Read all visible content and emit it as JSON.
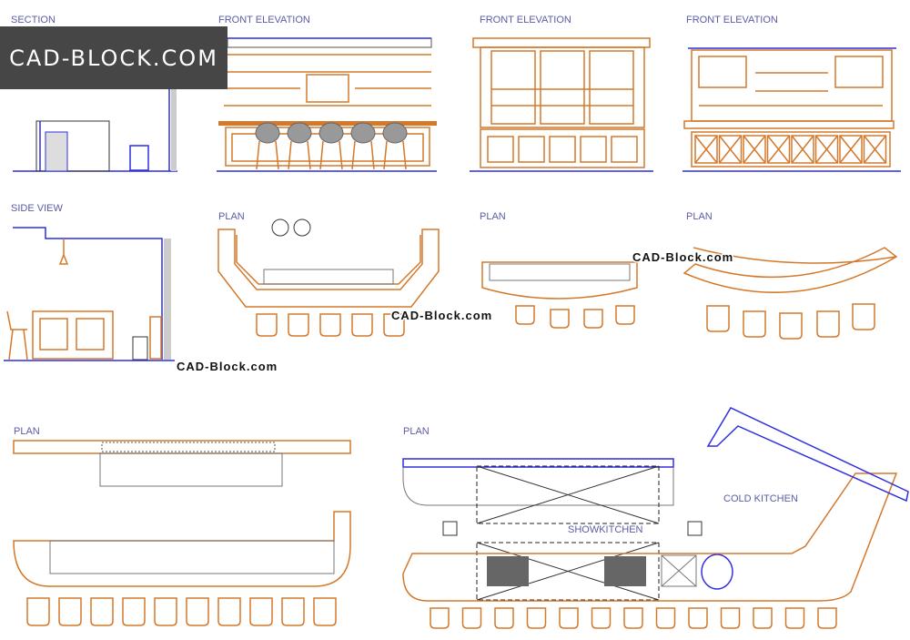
{
  "labels": {
    "section": "SECTION",
    "front_elevation_1": "FRONT ELEVATION",
    "front_elevation_2": "FRONT ELEVATION",
    "front_elevation_3": "FRONT ELEVATION",
    "side_view": "SIDE VIEW",
    "plan_1": "PLAN",
    "plan_2": "PLAN",
    "plan_3": "PLAN",
    "plan_4": "PLAN",
    "plan_5": "PLAN",
    "showkitchen": "SHOWKITCHEN",
    "cold_kitchen": "COLD KITCHEN"
  },
  "watermarks": {
    "logo": "CAD-BLOCK.COM",
    "wm_1": "CAD-Block.com",
    "wm_2": "CAD-Block.com",
    "wm_3": "CAD-Block.com"
  },
  "colors": {
    "orange": "#d4782a",
    "blue": "#2f2fe0",
    "label": "#5b5ba6"
  }
}
